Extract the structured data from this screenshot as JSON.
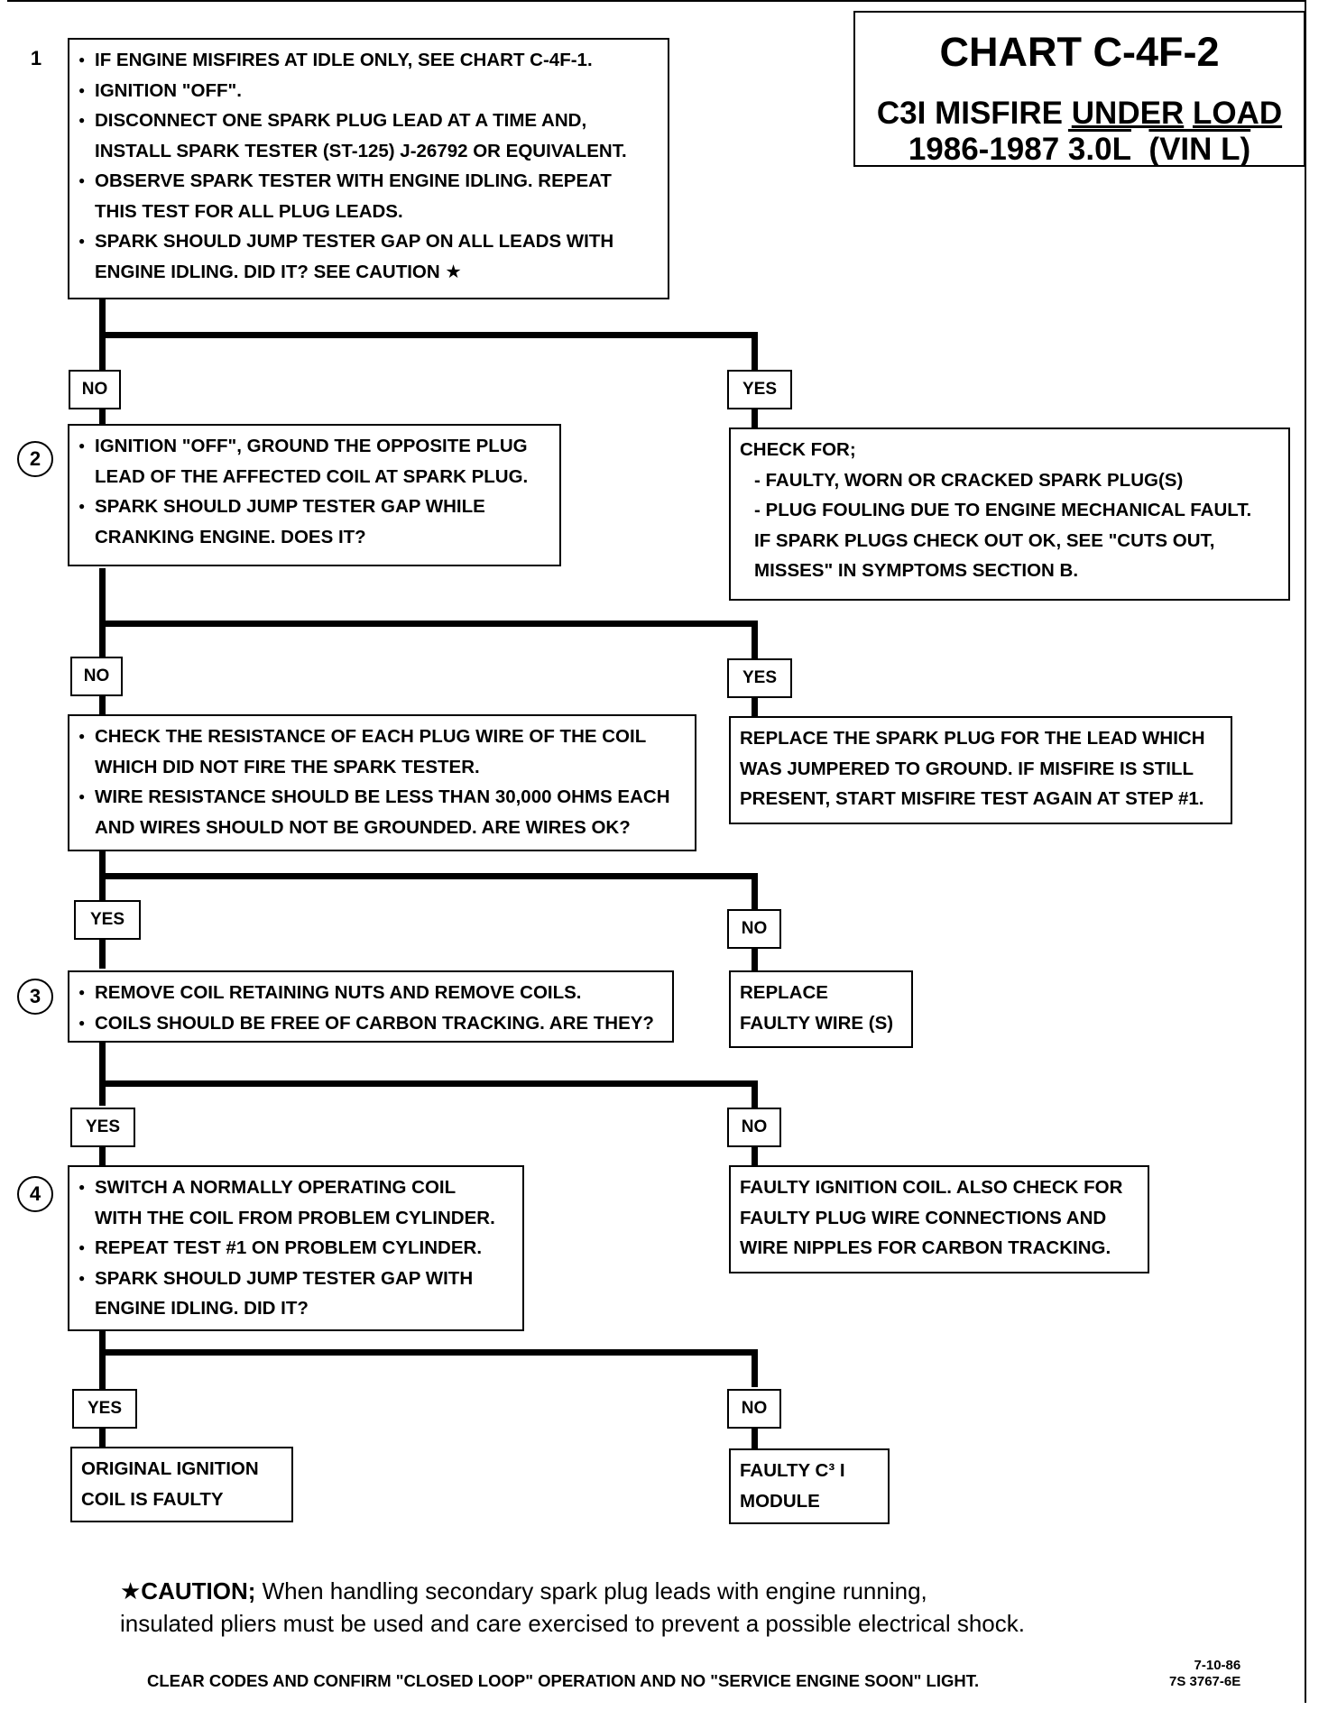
{
  "title": {
    "chart": "CHART C-4F-2",
    "subtitle_a": "C3I MISFIRE ",
    "subtitle_b": "UNDER",
    "subtitle_c": " ",
    "subtitle_d": "LOAD",
    "year": "1986-1987 ",
    "engine": "3.0L",
    "vin": "(VIN L)"
  },
  "steps": {
    "s1": "1",
    "s2": "2",
    "s3": "3",
    "s4": "4"
  },
  "labels": {
    "yes": "YES",
    "no": "NO"
  },
  "box1": [
    "IF ENGINE MISFIRES AT IDLE ONLY, SEE CHART C-4F-1.",
    "IGNITION \"OFF\".",
    "DISCONNECT ONE SPARK PLUG LEAD AT A TIME AND,",
    "INSTALL SPARK TESTER (ST-125)  J-26792 OR EQUIVALENT.",
    "OBSERVE SPARK TESTER WITH ENGINE IDLING.  REPEAT",
    "THIS TEST FOR ALL PLUG LEADS.",
    "SPARK SHOULD JUMP TESTER GAP ON ALL LEADS WITH",
    "ENGINE IDLING.  DID IT?   SEE CAUTION ★"
  ],
  "box2": [
    "IGNITION \"OFF\", GROUND THE OPPOSITE PLUG",
    "LEAD OF THE AFFECTED COIL AT SPARK PLUG.",
    "SPARK SHOULD JUMP TESTER GAP WHILE",
    "CRANKING ENGINE.  DOES IT?"
  ],
  "checkfor": [
    "CHECK FOR;",
    "- FAULTY, WORN OR CRACKED SPARK PLUG(S)",
    "- PLUG FOULING DUE TO ENGINE MECHANICAL FAULT.",
    "IF SPARK PLUGS CHECK OUT OK, SEE \"CUTS OUT,",
    "MISSES\" IN SYMPTOMS SECTION B."
  ],
  "box3": [
    "CHECK THE RESISTANCE OF EACH PLUG WIRE OF THE COIL",
    "WHICH DID NOT FIRE THE SPARK TESTER.",
    "WIRE RESISTANCE SHOULD BE LESS THAN 30,000 OHMS EACH",
    "AND WIRES SHOULD NOT BE GROUNDED.  ARE WIRES OK?"
  ],
  "replaceplug": [
    "REPLACE THE SPARK PLUG FOR THE LEAD WHICH",
    "WAS JUMPERED TO GROUND.  IF MISFIRE IS STILL",
    "PRESENT, START MISFIRE TEST AGAIN AT STEP #1."
  ],
  "box4": [
    "REMOVE COIL RETAINING NUTS AND REMOVE COILS.",
    "COILS SHOULD BE  FREE OF CARBON TRACKING.  ARE THEY?"
  ],
  "replacewire": [
    "REPLACE",
    "FAULTY WIRE (S)"
  ],
  "box5": [
    "SWITCH A NORMALLY OPERATING COIL",
    "WITH THE COIL FROM PROBLEM CYLINDER.",
    "REPEAT TEST #1 ON PROBLEM CYLINDER.",
    "SPARK SHOULD JUMP TESTER GAP WITH",
    "ENGINE IDLING.  DID IT?"
  ],
  "faultycoil": [
    "FAULTY IGNITION COIL. ALSO CHECK FOR",
    "FAULTY PLUG WIRE CONNECTIONS AND",
    "WIRE NIPPLES FOR CARBON TRACKING."
  ],
  "original": [
    "ORIGINAL IGNITION",
    "COIL IS FAULTY"
  ],
  "module": [
    "FAULTY C³ I",
    "MODULE"
  ],
  "caution": {
    "star_word": "★CAUTION;",
    "line1": "  When handling secondary spark plug leads with engine running,",
    "line2": "insulated pliers must be used and care exercised to prevent a possible electrical shock."
  },
  "footer": "CLEAR CODES AND CONFIRM \"CLOSED LOOP\"  OPERATION AND NO \"SERVICE ENGINE SOON\" LIGHT.",
  "footnum": {
    "date": "7-10-86",
    "code": "7S 3767-6E"
  }
}
